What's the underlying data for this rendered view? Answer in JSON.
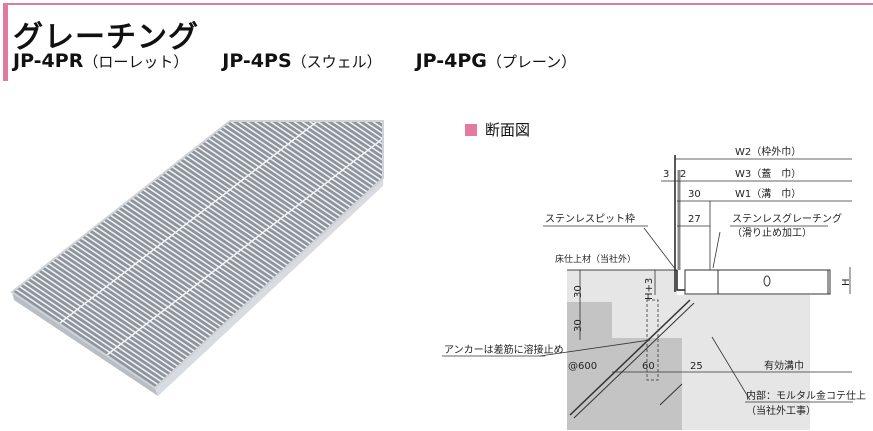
{
  "header": {
    "title": "グレーチング",
    "models": [
      {
        "code": "JP-4PR",
        "type": "（ローレット）"
      },
      {
        "code": "JP-4PS",
        "type": "（スウェル）"
      },
      {
        "code": "JP-4PG",
        "type": "（プレーン）"
      }
    ]
  },
  "section": {
    "title": "断面図"
  },
  "diagram": {
    "w2": "W2（枠外巾）",
    "w3": "W3（蓋　巾）",
    "w1": "W1（溝　巾）",
    "d3": "3",
    "d2": "2",
    "d30a": "30",
    "d27": "27",
    "frame": "ステンレスピット枠",
    "grating": "ステンレスグレーチング",
    "grating_note": "（滑り止め加工）",
    "floor": "床仕上材（当社外）",
    "d30b": "30",
    "h3": "H+3",
    "d30c": "30",
    "h": "H",
    "anchor": "アンカーは差筋に溶接止め",
    "pitch": "@600",
    "d60": "60",
    "d25": "25",
    "effective": "有効溝巾",
    "inner": "内部：モルタル金コテ仕上",
    "inner_note": "（当社外工事）"
  },
  "colors": {
    "accent": "#e07ba0"
  }
}
